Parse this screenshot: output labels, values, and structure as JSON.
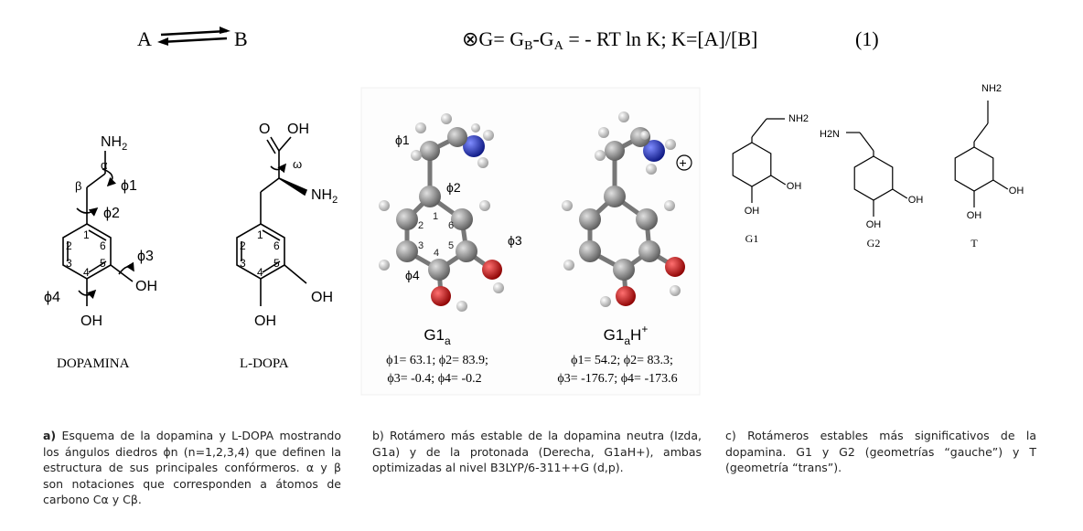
{
  "equation": {
    "species_a": "A",
    "species_b": "B",
    "formula": "⊗G= G",
    "sub_b": "B",
    "minus_g": "-G",
    "sub_a": "A",
    "rest": " = - RT ln K; K=[A]/[B]",
    "number": "(1)"
  },
  "panel_a": {
    "dopamine": {
      "name": "DOPAMINA",
      "nh2": "NH",
      "nh2_sub": "2",
      "alpha": "α",
      "beta": "β",
      "phi1": "ϕ1",
      "phi2": "ϕ2",
      "phi3": "ϕ3",
      "phi4": "ϕ4",
      "oh_right": "OH",
      "oh_bottom": "OH",
      "ring_numbers": [
        "1",
        "2",
        "3",
        "4",
        "5",
        "6"
      ]
    },
    "ldopa": {
      "name": "L-DOPA",
      "o": "O",
      "oh_acid": "OH",
      "omega": "ω",
      "nh2": "NH",
      "nh2_sub": "2",
      "oh_right": "OH",
      "oh_bottom": "OH",
      "ring_numbers": [
        "1",
        "2",
        "3",
        "4",
        "5",
        "6"
      ]
    },
    "caption_label": "a)",
    "caption": "Esquema de la dopamina y L-DOPA mostrando los ángulos diedros ϕn (n=1,2,3,4) que definen la estructura de sus principales confórmeros. α y β son notaciones que corresponden a átomos de carbono Cα y Cβ."
  },
  "panel_b": {
    "neutral": {
      "label": "G1",
      "label_sub": "a",
      "angles_line1": "ϕ1= 63.1; ϕ2= 83.9;",
      "angles_line2": "ϕ3= -0.4; ϕ4= -0.2",
      "phi_labels": [
        "ϕ1",
        "ϕ2",
        "ϕ3",
        "ϕ4"
      ],
      "ring_numbers": [
        "1",
        "2",
        "3",
        "4",
        "5",
        "6"
      ]
    },
    "protonated": {
      "label": "G1",
      "label_sub": "a",
      "label_tail": "H",
      "label_sup": "+",
      "charge": "+",
      "angles_line1": "ϕ1= 54.2; ϕ2= 83.3;",
      "angles_line2": "ϕ3= -176.7; ϕ4= -173.6"
    },
    "caption_label": "b)",
    "caption": "Rotámero más estable de la dopamina neutra (Izda, G1a) y de la protonada (Derecha, G1aH+), ambas optimizadas al nivel B3LYP/6-311++G (d,p)."
  },
  "panel_c": {
    "rotamers": [
      {
        "name": "G1",
        "amine": "NH2",
        "oh_right": "OH",
        "oh_bottom": "OH"
      },
      {
        "name": "G2",
        "amine": "H2N",
        "oh_right": "OH",
        "oh_bottom": "OH"
      },
      {
        "name": "T",
        "amine": "NH2",
        "oh_right": "OH",
        "oh_bottom": "OH"
      }
    ],
    "caption_label": "c)",
    "caption": "Rotámeros estables más significativos de la dopamina. G1 y G2 (geometrías “gauche”) y T (geometría “trans”)."
  },
  "colors": {
    "carbon": "#8a8a8a",
    "hydrogen": "#e8e8e8",
    "nitrogen": "#1f2fb0",
    "oxygen": "#c81414"
  }
}
